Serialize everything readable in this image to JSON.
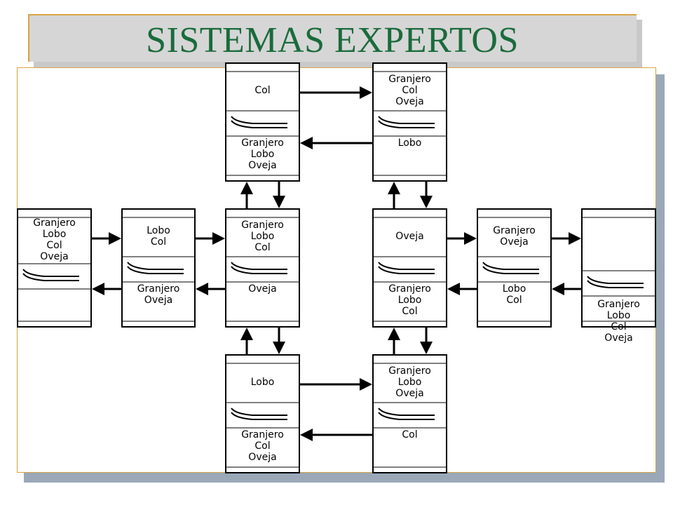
{
  "title": "SISTEMAS EXPERTOS",
  "states": [
    {
      "id": "s1",
      "top": [
        "Granjero",
        "Lobo",
        "Col",
        "Oveja"
      ],
      "bottom": []
    },
    {
      "id": "s2",
      "top": [
        "Lobo",
        "Col"
      ],
      "bottom": [
        "Granjero",
        "Oveja"
      ]
    },
    {
      "id": "s3",
      "top": [
        "Granjero",
        "Lobo",
        "Col"
      ],
      "bottom": [
        "Oveja"
      ]
    },
    {
      "id": "s4",
      "top": [
        "Col"
      ],
      "bottom": [
        "Granjero",
        "Lobo",
        "Oveja"
      ]
    },
    {
      "id": "s5",
      "top": [
        "Lobo"
      ],
      "bottom": [
        "Granjero",
        "Col",
        "Oveja"
      ]
    },
    {
      "id": "s6",
      "top": [
        "Granjero",
        "Col",
        "Oveja"
      ],
      "bottom": [
        "Lobo"
      ]
    },
    {
      "id": "s7",
      "top": [
        "Granjero",
        "Lobo",
        "Oveja"
      ],
      "bottom": [
        "Col"
      ]
    },
    {
      "id": "s8",
      "top": [
        "Oveja"
      ],
      "bottom": [
        "Granjero",
        "Lobo",
        "Col"
      ]
    },
    {
      "id": "s9",
      "top": [
        "Granjero",
        "Oveja"
      ],
      "bottom": [
        "Lobo",
        "Col"
      ]
    },
    {
      "id": "s10",
      "top": [],
      "bottom": [
        "Granjero",
        "Lobo",
        "Col",
        "Oveja"
      ]
    }
  ],
  "transitions": [
    {
      "from": "s1",
      "to": "s2"
    },
    {
      "from": "s2",
      "to": "s1"
    },
    {
      "from": "s2",
      "to": "s3"
    },
    {
      "from": "s3",
      "to": "s2"
    },
    {
      "from": "s3",
      "to": "s4"
    },
    {
      "from": "s4",
      "to": "s3"
    },
    {
      "from": "s3",
      "to": "s5"
    },
    {
      "from": "s5",
      "to": "s3"
    },
    {
      "from": "s4",
      "to": "s6"
    },
    {
      "from": "s6",
      "to": "s4"
    },
    {
      "from": "s5",
      "to": "s7"
    },
    {
      "from": "s7",
      "to": "s5"
    },
    {
      "from": "s6",
      "to": "s8"
    },
    {
      "from": "s8",
      "to": "s6"
    },
    {
      "from": "s7",
      "to": "s8"
    },
    {
      "from": "s8",
      "to": "s7"
    },
    {
      "from": "s8",
      "to": "s9"
    },
    {
      "from": "s9",
      "to": "s8"
    },
    {
      "from": "s9",
      "to": "s10"
    },
    {
      "from": "s10",
      "to": "s9"
    }
  ]
}
